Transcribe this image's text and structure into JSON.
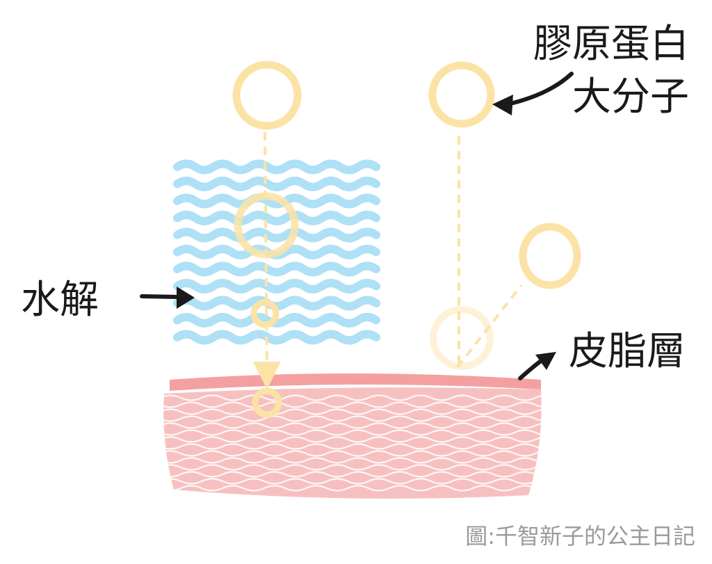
{
  "labels": {
    "collagen_line1": "膠原蛋白",
    "collagen_line2": "大分子",
    "hydrolysis": "水解",
    "sebum_layer": "皮脂層"
  },
  "credit": "圖:千智新子的公主日記",
  "colors": {
    "molecule": "#fbe3a6",
    "water": "#aee0f6",
    "skin_top": "#f4a0a0",
    "skin_body": "#f7c0c0",
    "fiber": "#ffffff",
    "ink": "#1a1a1a",
    "credit": "#9a9a9a"
  }
}
